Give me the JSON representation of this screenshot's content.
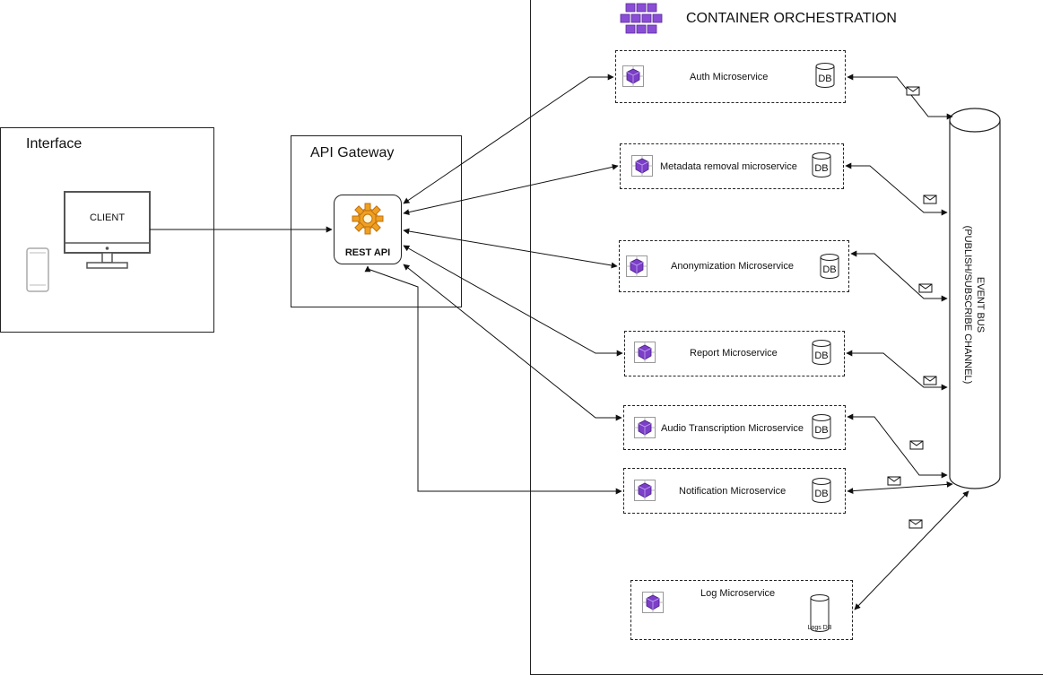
{
  "interface": {
    "title": "Interface",
    "client_label": "CLIENT"
  },
  "gateway": {
    "title": "API Gateway",
    "rest_label": "REST API"
  },
  "orchestration": {
    "title": "CONTAINER ORCHESTRATION"
  },
  "event_bus": {
    "label_line1": "EVENT BUS",
    "label_line2": "(PUBLISH/SUBSCRIBE CHANNEL)"
  },
  "services": [
    {
      "label": "Auth Microservice",
      "db": "DB"
    },
    {
      "label": "Metadata removal microservice",
      "db": "DB"
    },
    {
      "label": "Anonymization Microservice",
      "db": "DB"
    },
    {
      "label": "Report Microservice",
      "db": "DB"
    },
    {
      "label": "Audio Transcription Microservice",
      "db": "DB"
    },
    {
      "label": "Notification Microservice",
      "db": "DB"
    },
    {
      "label": "Log Microservice",
      "db": "Logs DB"
    }
  ],
  "colors": {
    "cube_purple": "#7b3fc8",
    "gear_orange": "#f0a020",
    "line": "#111111"
  }
}
